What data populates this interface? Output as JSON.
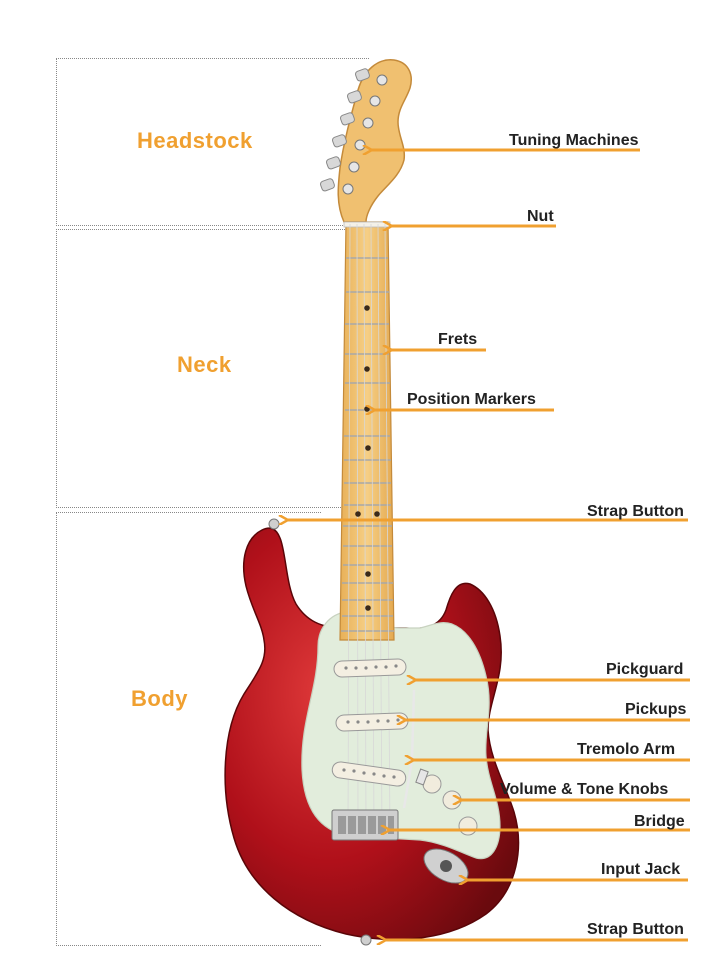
{
  "sections": {
    "headstock": "Headstock",
    "neck": "Neck",
    "body": "Body"
  },
  "callouts": {
    "tuning_machines": "Tuning Machines",
    "nut": "Nut",
    "frets": "Frets",
    "position_markers": "Position Markers",
    "strap_button_top": "Strap Button",
    "pickguard": "Pickguard",
    "pickups": "Pickups",
    "tremolo_arm": "Tremolo Arm",
    "volume_tone_knobs": "Volume & Tone Knobs",
    "bridge": "Bridge",
    "input_jack": "Input Jack",
    "strap_button_bottom": "Strap Button"
  },
  "colors": {
    "accent": "#f0a030",
    "body": "#b0101a",
    "pickguard": "#e2eddc",
    "neck": "#f0c070",
    "frets": "#b8b8b8",
    "label_text": "#222222"
  }
}
